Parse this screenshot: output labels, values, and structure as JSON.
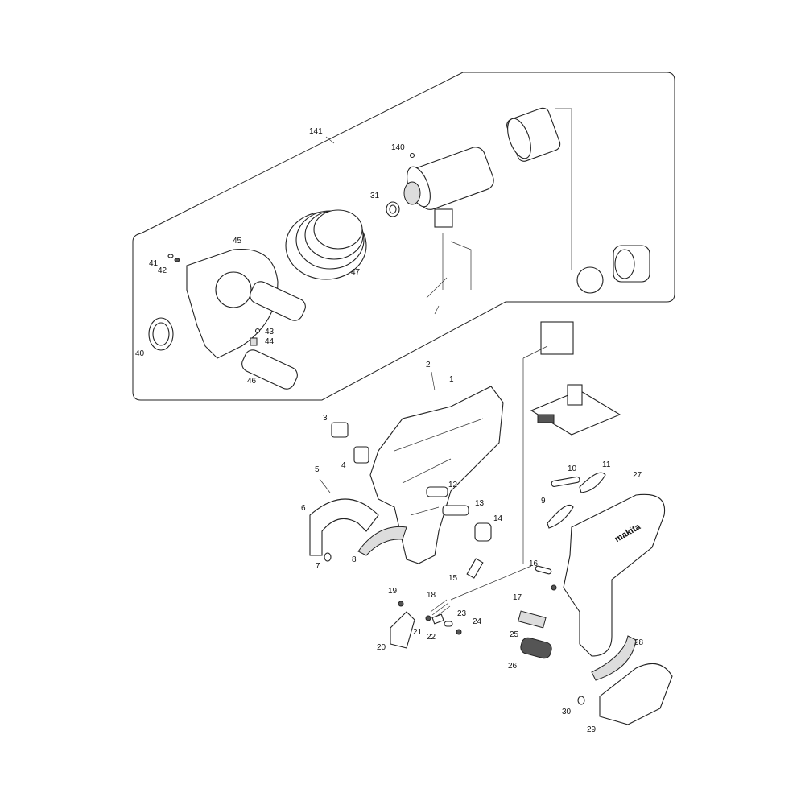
{
  "diagram": {
    "type": "exploded parts diagram",
    "line_color": "#222222",
    "background": "#ffffff",
    "brand_marking": "makita",
    "part_numbers": {
      "p141": "141",
      "p140": "140",
      "p31": "31",
      "p45": "45",
      "p47": "47",
      "p41": "41",
      "p42": "42",
      "p40": "40",
      "p43": "43",
      "p44": "44",
      "p46": "46",
      "p2": "2",
      "p1": "1",
      "p3": "3",
      "p4": "4",
      "p5": "5",
      "p6": "6",
      "p7": "7",
      "p8": "8",
      "p12": "12",
      "p13": "13",
      "p14": "14",
      "p15": "15",
      "p16": "16",
      "p17": "17",
      "p10": "10",
      "p11": "11",
      "p9": "9",
      "p27": "27",
      "p19": "19",
      "p18": "18",
      "p20": "20",
      "p21": "21",
      "p22": "22",
      "p23": "23",
      "p24": "24",
      "p25": "25",
      "p26": "26",
      "p28": "28",
      "p30": "30",
      "p29": "29"
    }
  }
}
